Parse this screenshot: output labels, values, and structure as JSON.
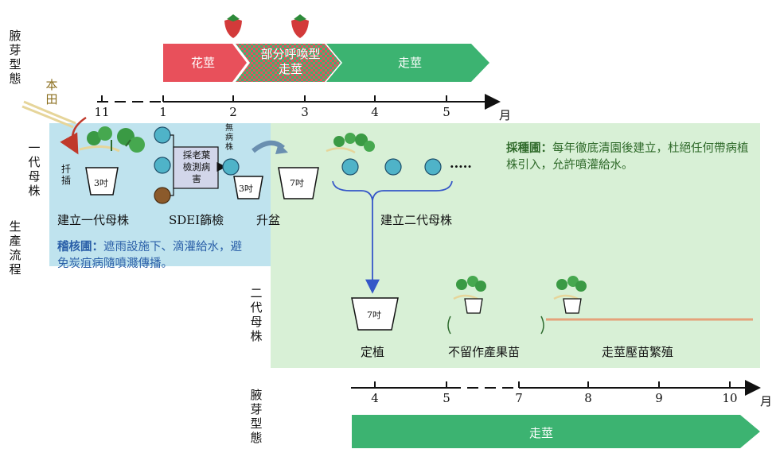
{
  "labels": {
    "bud_form_top": "腋芽型態",
    "main_field": "本田",
    "first_gen": "一代母株",
    "production": "生產流程",
    "second_gen": "二代母株",
    "bud_form_bottom": "腋芽型態",
    "month_unit_top": "月",
    "month_unit_bottom": "月",
    "cutting": "扦插",
    "build_first": "建立一代母株",
    "sdei": "SDEI篩檢",
    "upgrade": "升盆",
    "no_disease": "無病株",
    "build_second": "建立二代母株",
    "planting": "定植",
    "no_fruit": "不留作產果苗",
    "runner_prop": "走莖壓苗繁殖",
    "test_box": "採老葉檢測病害",
    "pot3": "3吋",
    "pot3b": "3吋",
    "pot7": "7吋",
    "pot7b": "7吋",
    "dots": "....."
  },
  "top_axis_ticks": [
    "11",
    "1",
    "2",
    "3",
    "4",
    "5"
  ],
  "bottom_axis_ticks": [
    "4",
    "5",
    "7",
    "8",
    "9",
    "10"
  ],
  "top_bar": {
    "flower": "花莖",
    "partial": "部分呼喚型走莖",
    "runner": "走莖",
    "flower_color": "#e8505b",
    "runner_color": "#3cb371"
  },
  "bottom_bar": {
    "runner": "走莖",
    "color": "#3cb371"
  },
  "notes": {
    "blue_title": "稽核圃：",
    "blue_body": "遮雨設施下、滴灌給水，避免炭疽病隨噴濺傳播。",
    "green_title": "採種圃：",
    "green_body": "每年徹底清園後建立，杜絕任何帶病植株引入，允許噴灌給水。"
  },
  "colors": {
    "blue_zone": "#bfe3ee",
    "green_zone": "#d8f0d6",
    "circle_fill": "#4fb3c8",
    "circle_diseased": "#8b5a2b",
    "blue_text": "#2a5fa8",
    "green_text": "#2f6a2a"
  }
}
